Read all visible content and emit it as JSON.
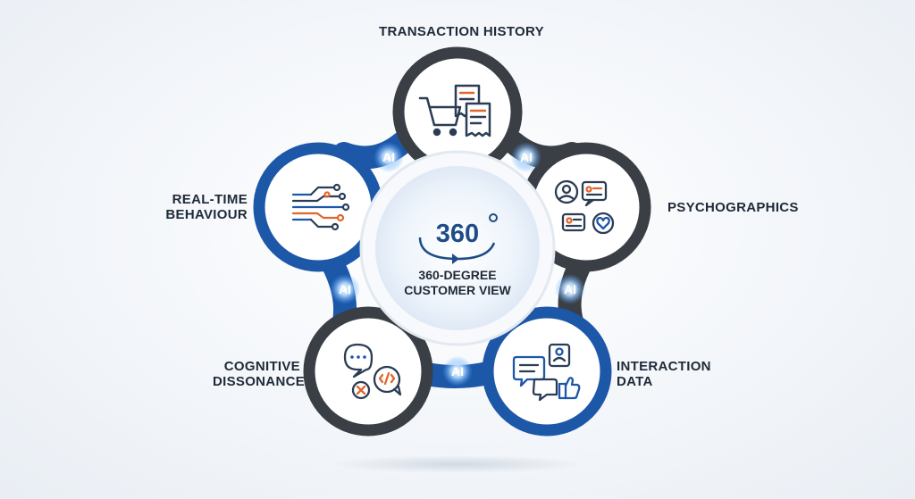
{
  "center": {
    "badge": "360",
    "title_line1": "360-DEGREE",
    "title_line2": "CUSTOMER VIEW"
  },
  "nodes": {
    "transaction": {
      "line1": "TRANSACTION HISTORY"
    },
    "psychographics": {
      "line1": "PSYCHOGRAPHICS"
    },
    "interaction": {
      "line1": "INTERACTION",
      "line2": "DATA"
    },
    "cognitive": {
      "line1": "COGNITIVE",
      "line2": "DISSONANCE"
    },
    "realtime": {
      "line1": "REAL-TIME",
      "line2": "BEHAVIOUR"
    }
  },
  "connectors": {
    "label": "AI"
  },
  "colors": {
    "dark_ring": "#3a3f46",
    "blue_ring": "#1c57a8",
    "accent_orange": "#e0672c",
    "icon_stroke": "#2b3d55",
    "text": "#1f2a38"
  }
}
